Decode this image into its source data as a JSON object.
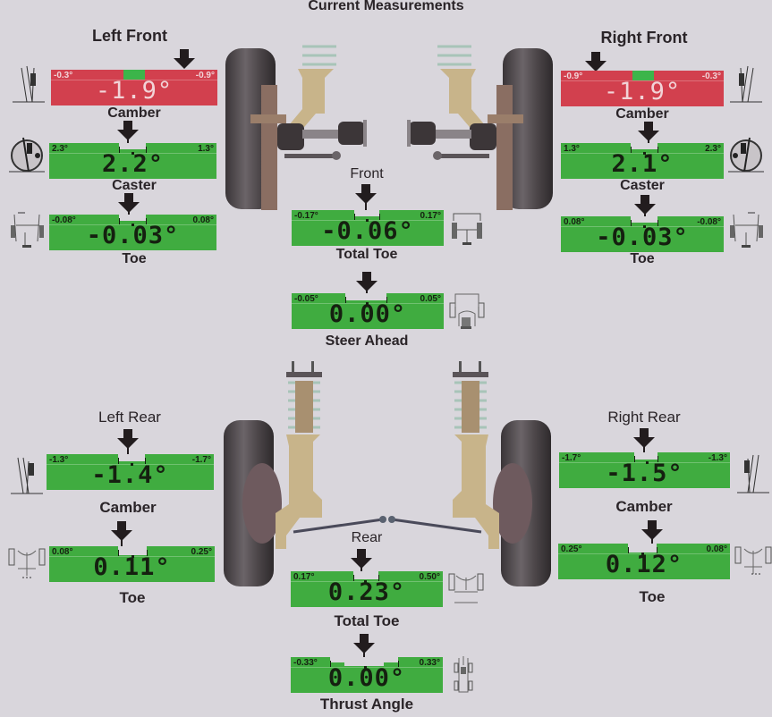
{
  "title": "Current Measurements",
  "colors": {
    "background": "#d9d6dc",
    "in_spec": "#40ac40",
    "out_of_spec": "#d2404e",
    "arrow": "#221c1e"
  },
  "front": {
    "section_label": "Front",
    "left": {
      "heading": "Left Front",
      "camber": {
        "label": "Camber",
        "value": "-1.9°",
        "min": "-0.3°",
        "max": "-0.9°",
        "status": "out_of_spec"
      },
      "caster": {
        "label": "Caster",
        "value": "2.2°",
        "min": "2.3°",
        "max": "1.3°",
        "status": "in_spec"
      },
      "toe": {
        "label": "Toe",
        "value": "-0.03°",
        "min": "-0.08°",
        "max": "0.08°",
        "status": "in_spec"
      }
    },
    "right": {
      "heading": "Right Front",
      "camber": {
        "label": "Camber",
        "value": "-1.9°",
        "min": "-0.9°",
        "max": "-0.3°",
        "status": "out_of_spec"
      },
      "caster": {
        "label": "Caster",
        "value": "2.1°",
        "min": "1.3°",
        "max": "2.3°",
        "status": "in_spec"
      },
      "toe": {
        "label": "Toe",
        "value": "-0.03°",
        "min": "0.08°",
        "max": "-0.08°",
        "status": "in_spec"
      }
    },
    "total_toe": {
      "label": "Total Toe",
      "value": "-0.06°",
      "min": "-0.17°",
      "max": "0.17°",
      "status": "in_spec"
    },
    "steer_ahead": {
      "label": "Steer Ahead",
      "value": "0.00°",
      "min": "-0.05°",
      "max": "0.05°",
      "status": "in_spec"
    }
  },
  "rear": {
    "section_label": "Rear",
    "left": {
      "heading": "Left Rear",
      "camber": {
        "label": "Camber",
        "value": "-1.4°",
        "min": "-1.3°",
        "max": "-1.7°",
        "status": "in_spec"
      },
      "toe": {
        "label": "Toe",
        "value": "0.11°",
        "min": "0.08°",
        "max": "0.25°",
        "status": "in_spec"
      }
    },
    "right": {
      "heading": "Right Rear",
      "camber": {
        "label": "Camber",
        "value": "-1.5°",
        "min": "-1.7°",
        "max": "-1.3°",
        "status": "in_spec"
      },
      "toe": {
        "label": "Toe",
        "value": "0.12°",
        "min": "0.25°",
        "max": "0.08°",
        "status": "in_spec"
      }
    },
    "total_toe": {
      "label": "Total Toe",
      "value": "0.23°",
      "min": "0.17°",
      "max": "0.50°",
      "status": "in_spec"
    },
    "thrust_angle": {
      "label": "Thrust Angle",
      "value": "0.00°",
      "min": "-0.33°",
      "max": "0.33°",
      "status": "in_spec"
    }
  },
  "icons": {
    "camber": "camber-icon",
    "caster": "caster-icon",
    "toe": "toe-icon",
    "total_toe": "total-toe-icon",
    "steer_ahead": "steer-ahead-icon",
    "thrust": "thrust-angle-icon",
    "indicator": "arrow-down-icon"
  }
}
